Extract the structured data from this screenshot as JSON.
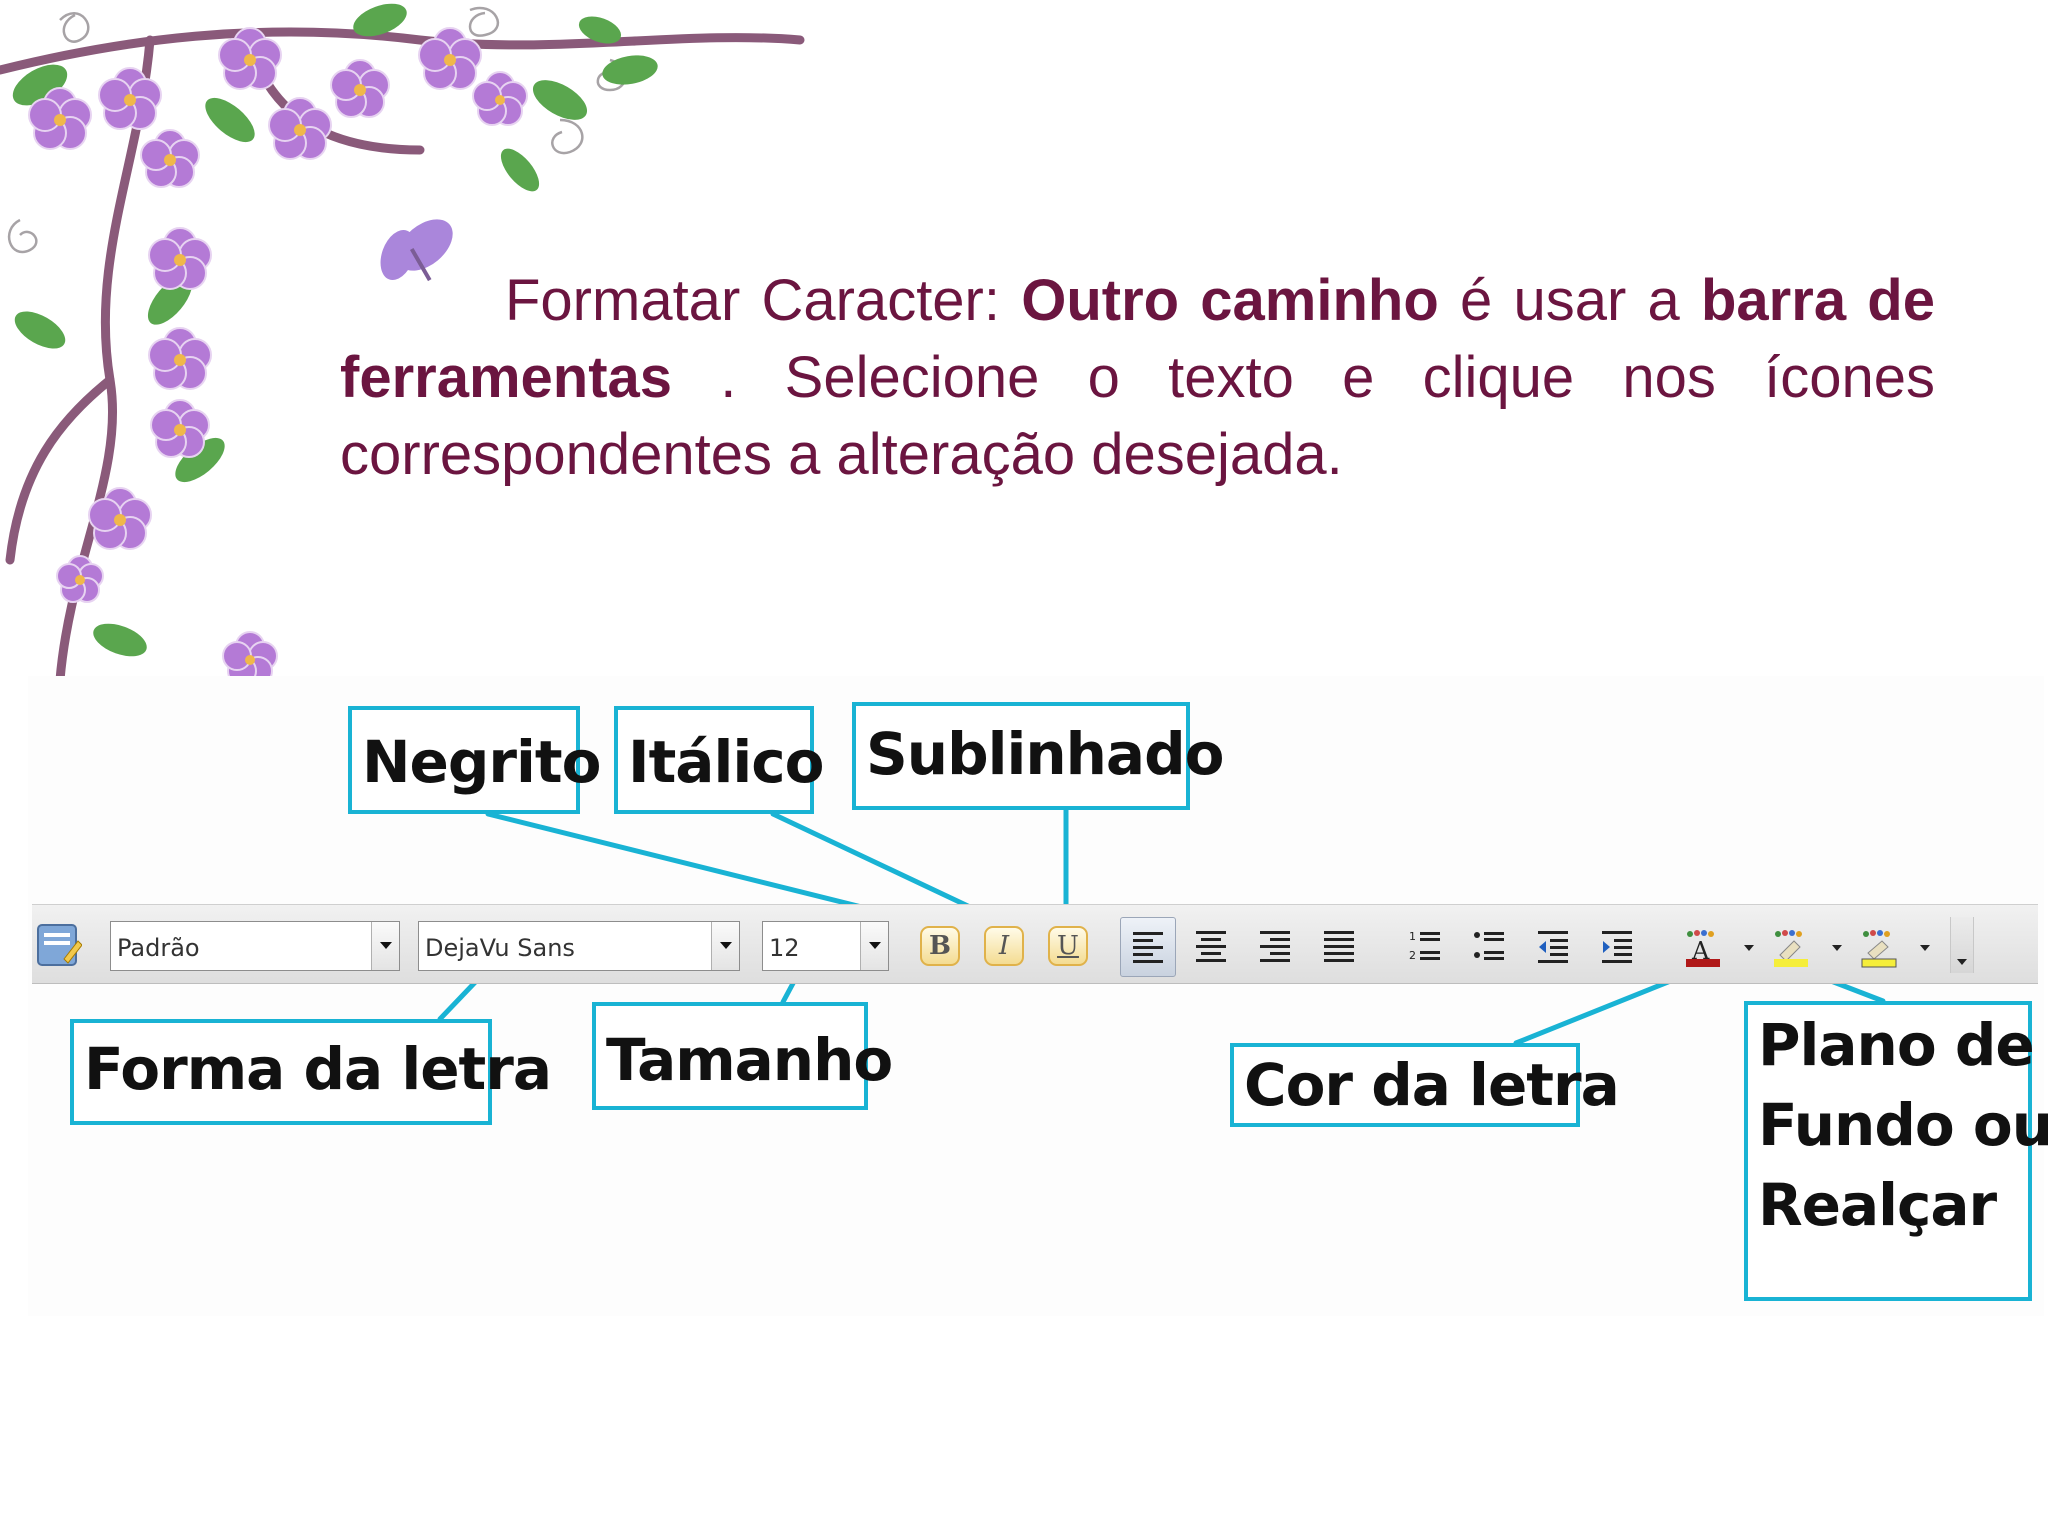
{
  "slide": {
    "paragraph": {
      "part1": "Formatar Caracter: ",
      "bold1": "Outro caminho",
      "part2": " é usar a ",
      "bold2": "barra de ferramentas",
      "part3": " . Selecione o texto e clique nos ícones correspondentes a alteração desejada."
    },
    "colors": {
      "text": "#6b1540",
      "callout_border": "#19b3d4",
      "flowers": "#b47ad6",
      "leaves": "#5aa64e"
    }
  },
  "toolbar": {
    "style_value": "Padrão",
    "font_value": "DejaVu Sans",
    "size_value": "12",
    "bold_glyph": "B",
    "italic_glyph": "I",
    "underline_glyph": "U",
    "icons": [
      "styles-icon",
      "bold-icon",
      "italic-icon",
      "underline-icon",
      "align-left-icon",
      "align-center-icon",
      "align-right-icon",
      "justify-icon",
      "numbered-list-icon",
      "bullet-list-icon",
      "decrease-indent-icon",
      "increase-indent-icon",
      "font-color-icon",
      "highlight-icon",
      "background-color-icon",
      "toolbar-overflow-icon"
    ]
  },
  "callouts": {
    "negrito": "Negrito",
    "italico": "Itálico",
    "sublinhado": "Sublinhado",
    "forma": "Forma da letra",
    "tamanho": "Tamanho",
    "cor": "Cor da letra",
    "plano_line1": "Plano de",
    "plano_line2": "Fundo ou",
    "plano_line3": "Realçar"
  }
}
